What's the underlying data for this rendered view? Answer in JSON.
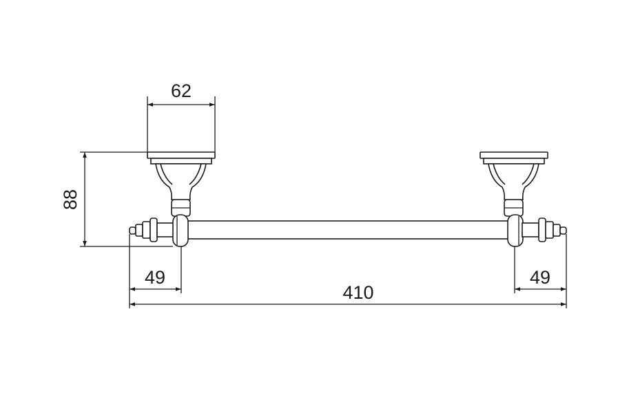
{
  "dimensions": {
    "mount_width": "62",
    "height": "88",
    "left_offset": "49",
    "right_offset": "49",
    "overall_length": "410"
  }
}
